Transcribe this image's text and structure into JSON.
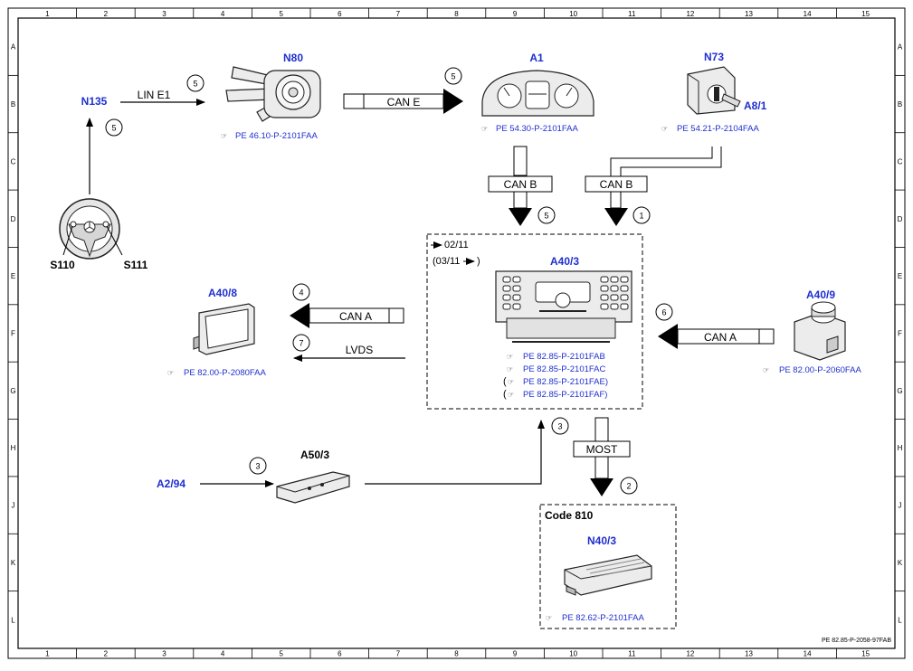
{
  "grid": {
    "columns": [
      "1",
      "2",
      "3",
      "4",
      "5",
      "6",
      "7",
      "8",
      "9",
      "10",
      "11",
      "12",
      "13",
      "14",
      "15"
    ],
    "rows": [
      "A",
      "B",
      "C",
      "D",
      "E",
      "F",
      "G",
      "H",
      "J",
      "K",
      "L"
    ]
  },
  "components": {
    "n135": {
      "label": "N135"
    },
    "n80": {
      "label": "N80",
      "ref": "PE 46.10-P-2101FAA"
    },
    "a1": {
      "label": "A1",
      "ref": "PE 54.30-P-2101FAA"
    },
    "n73": {
      "label": "N73"
    },
    "a8_1": {
      "label": "A8/1",
      "ref": "PE 54.21-P-2104FAA"
    },
    "s110": {
      "label": "S110"
    },
    "s111": {
      "label": "S111"
    },
    "a40_3": {
      "label": "A40/3",
      "date_from": "02/11",
      "date_to": "(03/11 ",
      "date_to_end": ")",
      "refs": [
        "PE 82.85-P-2101FAB",
        "PE 82.85-P-2101FAC",
        "PE 82.85-P-2101FAE)",
        "PE 82.85-P-2101FAF)"
      ]
    },
    "a40_8": {
      "label": "A40/8",
      "ref": "PE 82.00-P-2080FAA"
    },
    "a40_9": {
      "label": "A40/9",
      "ref": "PE 82.00-P-2060FAA"
    },
    "a50_3": {
      "label": "A50/3"
    },
    "a2_94": {
      "label": "A2/94"
    },
    "n40_3": {
      "label": "N40/3",
      "ref": "PE 82.62-P-2101FAA",
      "code": "Code 810"
    }
  },
  "buses": {
    "lin_e1": "LIN E1",
    "can_e": "CAN E",
    "can_b_left": "CAN B",
    "can_b_right": "CAN B",
    "can_a_left": "CAN A",
    "can_a_right": "CAN A",
    "lvds": "LVDS",
    "most": "MOST"
  },
  "signals": {
    "n135_to_n80": "5",
    "steering_to_n135": "5",
    "n80_to_a1": "5",
    "a1_to_a40_3": "5",
    "n73_to_a40_3": "1",
    "a40_3_to_a40_8": "4",
    "a40_3_lvds": "7",
    "a40_9_to_a40_3": "6",
    "a50_3_to_a40_3": "3",
    "a2_94_to_a50_3": "3",
    "a40_3_to_n40_3": "2"
  },
  "footer": {
    "doc_id": "PE 82.85-P-2058-97FAB"
  },
  "ref_symbol": "☞"
}
